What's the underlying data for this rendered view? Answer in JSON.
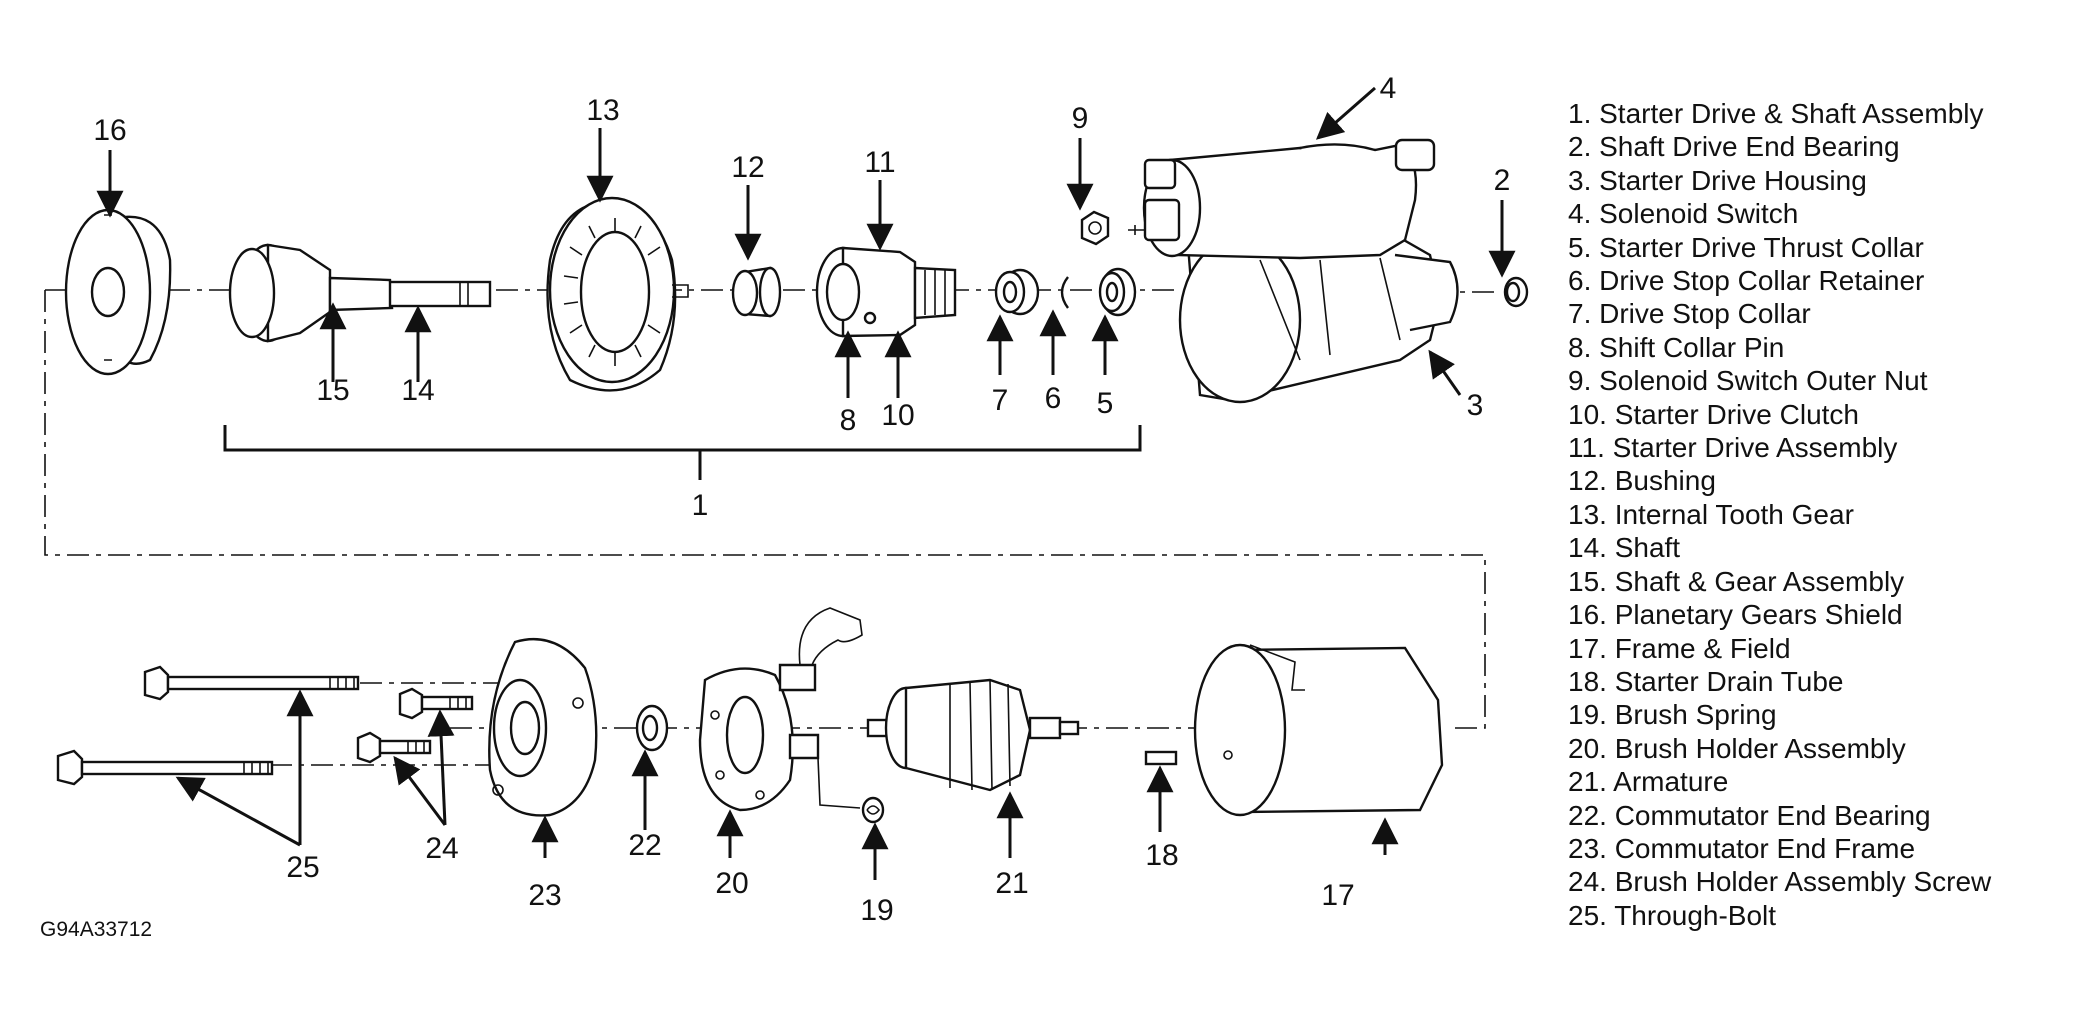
{
  "callouts": {
    "c1": "1",
    "c2": "2",
    "c3": "3",
    "c4": "4",
    "c5": "5",
    "c6": "6",
    "c7": "7",
    "c8": "8",
    "c9": "9",
    "c10": "10",
    "c11": "11",
    "c12": "12",
    "c13": "13",
    "c14": "14",
    "c15": "15",
    "c16": "16",
    "c17": "17",
    "c18": "18",
    "c19": "19",
    "c20": "20",
    "c21": "21",
    "c22": "22",
    "c23": "23",
    "c24": "24",
    "c25": "25"
  },
  "legend": [
    "1. Starter Drive & Shaft Assembly",
    "2. Shaft Drive End Bearing",
    "3. Starter Drive Housing",
    "4. Solenoid Switch",
    "5. Starter Drive Thrust Collar",
    "6. Drive Stop Collar Retainer",
    "7. Drive Stop Collar",
    "8. Shift Collar Pin",
    "9. Solenoid Switch Outer Nut",
    "10. Starter Drive Clutch",
    "11. Starter Drive Assembly",
    "12. Bushing",
    "13. Internal Tooth Gear",
    "14. Shaft",
    "15. Shaft & Gear Assembly",
    "16. Planetary Gears Shield",
    "17. Frame & Field",
    "18. Starter Drain Tube",
    "19. Brush Spring",
    "20. Brush Holder Assembly",
    "21. Armature",
    "22. Commutator End Bearing",
    "23. Commutator End Frame",
    "24. Brush Holder Assembly Screw",
    "25. Through-Bolt"
  ],
  "figure_code": "G94A33712"
}
